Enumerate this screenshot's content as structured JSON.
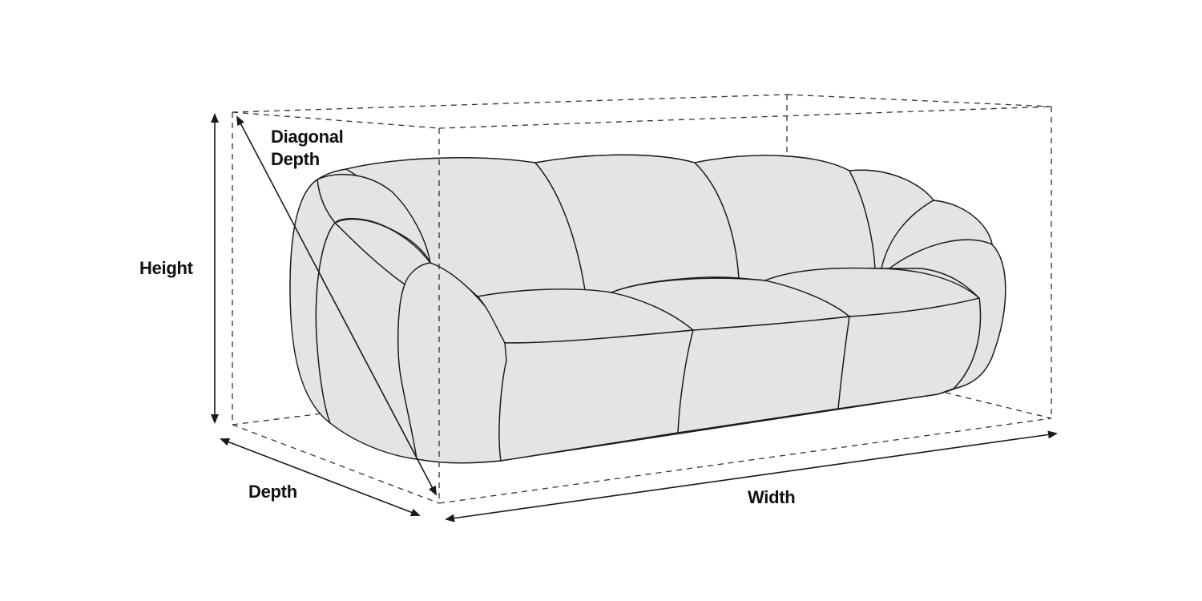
{
  "labels": {
    "height": "Height",
    "depth": "Depth",
    "width": "Width",
    "diagonal_line1": "Diagonal",
    "diagonal_line2": "Depth"
  },
  "colors": {
    "sofa_fill": "#e4e4e4",
    "outline": "#1a1a1a",
    "dashed_box": "#333333",
    "arrow": "#1a1a1a",
    "text": "#111111",
    "background": "#ffffff"
  }
}
